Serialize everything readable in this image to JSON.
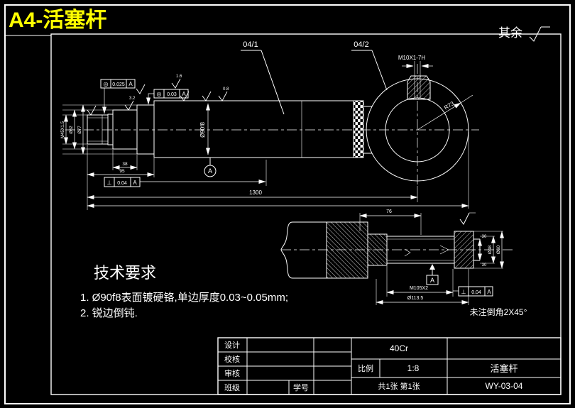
{
  "page": {
    "title": "A4-活塞杆",
    "surface_note": "其余"
  },
  "callouts": {
    "part1": "04/1",
    "part2": "04/2",
    "boss_thread": "M10X1-7H",
    "ring_radius": "R73"
  },
  "fcf": {
    "f1": {
      "sym": "◎",
      "val": "0.025",
      "datum": "A"
    },
    "f2": {
      "sym": "◎",
      "val": "0.03",
      "datum": "A"
    },
    "f3": {
      "sym": "⊥",
      "val": "0.04",
      "datum": "A"
    },
    "f4": {
      "sym": "⊥",
      "val": "0.04",
      "datum": "A"
    }
  },
  "datums": {
    "a": "A"
  },
  "dims_main": {
    "overall": "1300",
    "rod_dia": "Ø90f8",
    "end_thread": "M45X1.5",
    "step1": "Ø62",
    "step2": "Ø77",
    "len1": "38",
    "len2": "95"
  },
  "roughness": {
    "r1": "3.2",
    "r2": "1.6",
    "r3": "0.8"
  },
  "dims_detail": {
    "head_len": "76",
    "thread": "M105X2",
    "head_dia": "Ø113.5",
    "gap1": "30",
    "gap2": "30",
    "stem_dia": "Ø48",
    "nut_dia": "Ø60"
  },
  "notes": {
    "chamfer": "未注倒角2X45°"
  },
  "tech_requirements": {
    "heading": "技术要求",
    "item1": "1.  Ø90f8表面镀硬铬,单边厚度0.03~0.05mm;",
    "item2": "2.  锐边倒钝."
  },
  "title_block": {
    "design": "设计",
    "check": "校核",
    "review": "审核",
    "class": "班级",
    "student_id": "学号",
    "material": "40Cr",
    "scale_label": "比例",
    "scale": "1:8",
    "part_name": "活塞杆",
    "sheet_info": "共1张 第1张",
    "drawing_no": "WY-03-04"
  }
}
